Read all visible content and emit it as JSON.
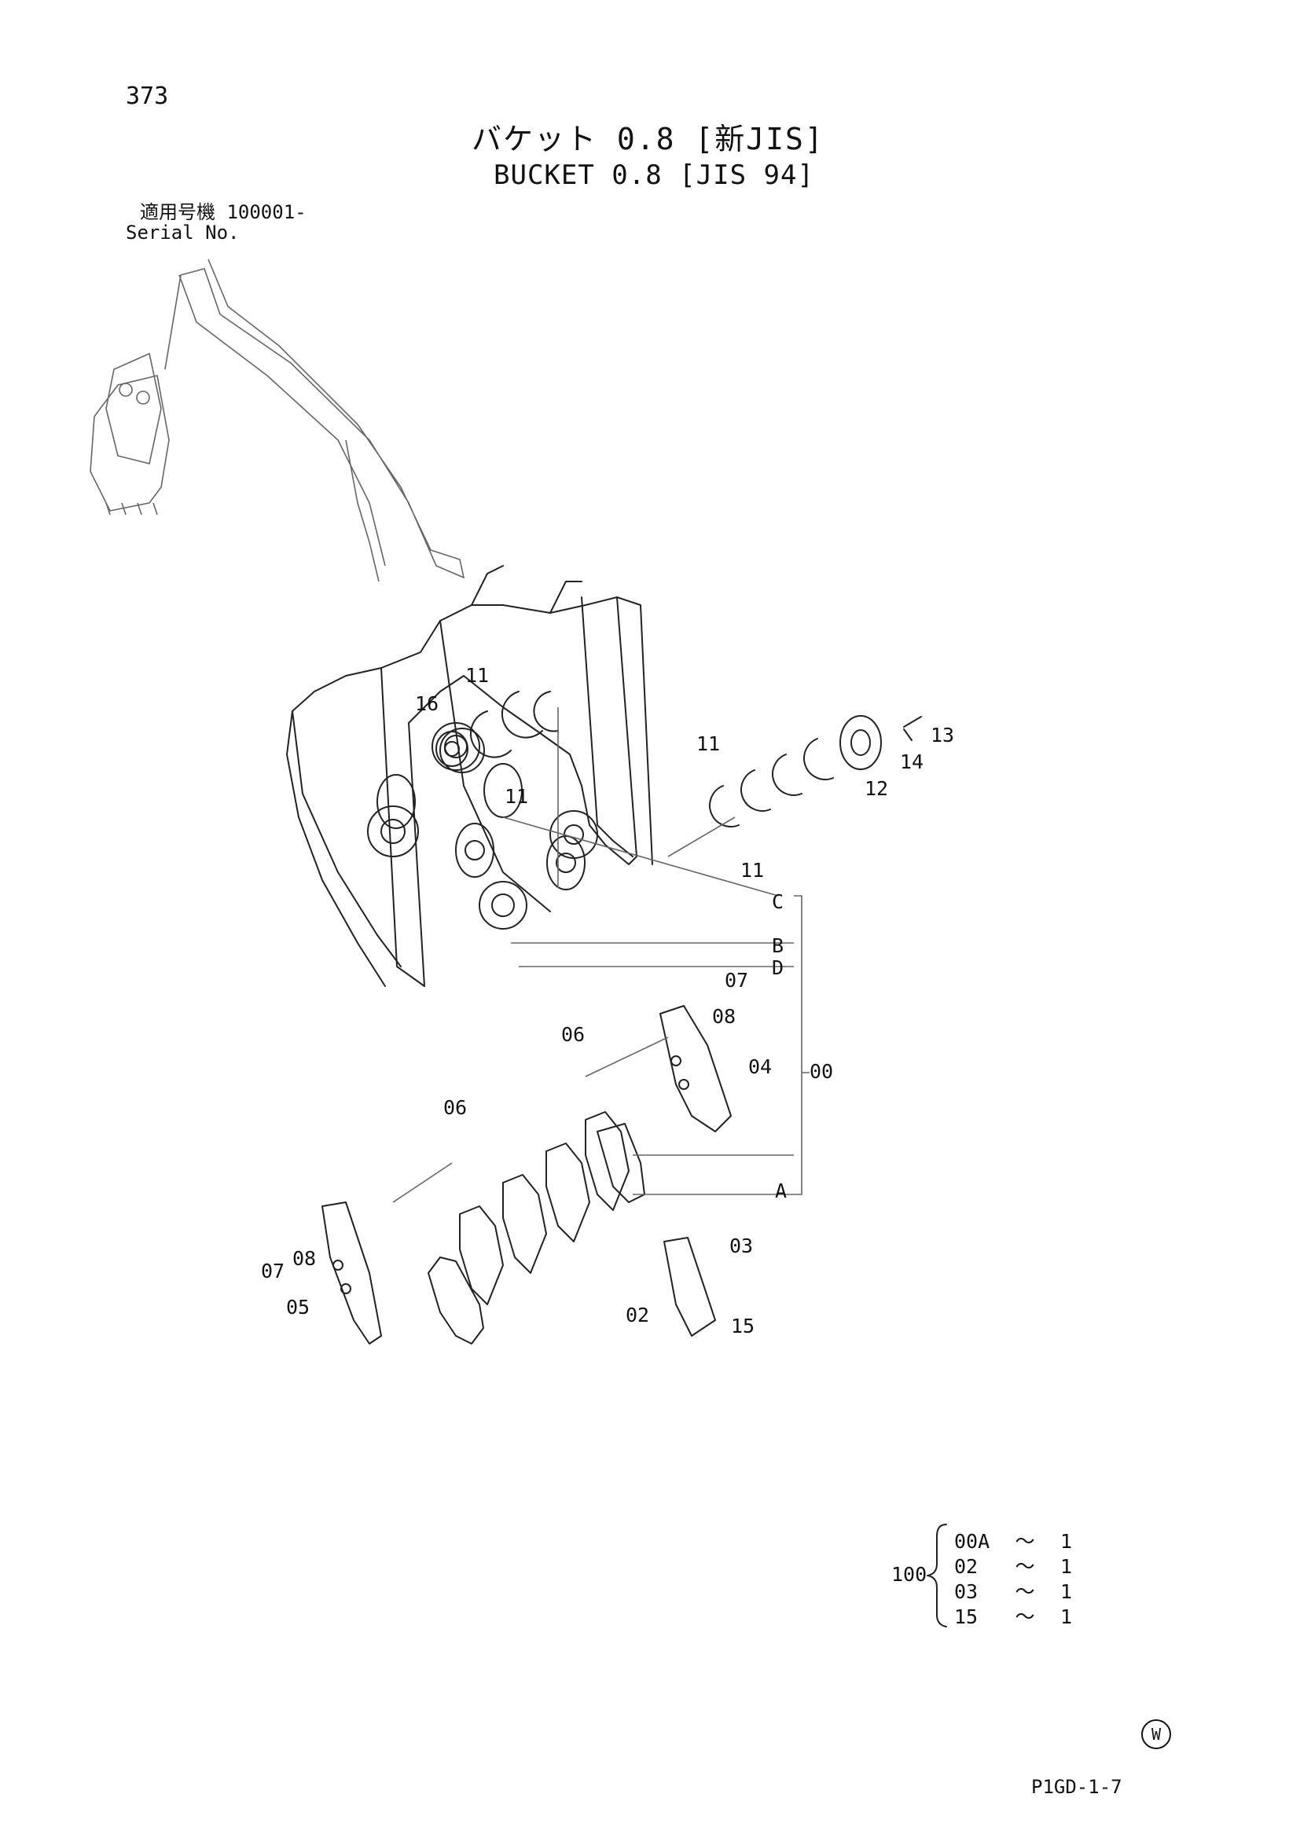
{
  "header": {
    "page_number": "373",
    "title_jp": "バケット 0.8 [新JIS]",
    "title_en": "BUCKET 0.8 [JIS 94]",
    "serial_jp": "適用号機  100001-",
    "serial_en": "Serial No."
  },
  "callouts": [
    "11",
    "16",
    "11",
    "11",
    "13",
    "14",
    "12",
    "11",
    "C",
    "B",
    "D",
    "07",
    "08",
    "06",
    "04",
    "00",
    "06",
    "A",
    "07",
    "08",
    "03",
    "05",
    "02",
    "15"
  ],
  "bom": {
    "parent": "100",
    "rows": [
      {
        "code": "00A",
        "tilde": "～",
        "qty": "1"
      },
      {
        "code": "02",
        "tilde": "～",
        "qty": "1"
      },
      {
        "code": "03",
        "tilde": "～",
        "qty": "1"
      },
      {
        "code": "15",
        "tilde": "～",
        "qty": "1"
      }
    ]
  },
  "footer": {
    "watermark": "W",
    "code": "P1GD-1-7"
  }
}
